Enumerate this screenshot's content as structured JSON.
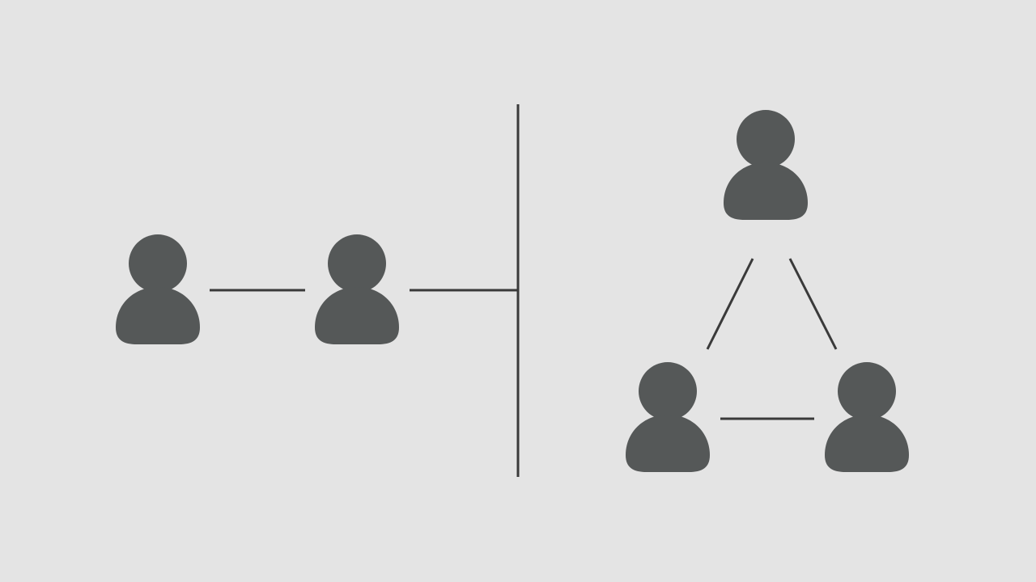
{
  "colors": {
    "background": "#e4e4e4",
    "person": "#555858",
    "line": "#3a3a3a"
  },
  "icons": {
    "person": "person-icon"
  },
  "left_group": {
    "people": [
      "person-icon",
      "person-icon"
    ],
    "connections": [
      [
        "person-1",
        "person-2"
      ],
      [
        "person-2",
        "divider"
      ]
    ]
  },
  "right_group": {
    "people": [
      "person-icon",
      "person-icon",
      "person-icon"
    ],
    "connections": [
      [
        "person-top",
        "person-bottom-left"
      ],
      [
        "person-top",
        "person-bottom-right"
      ],
      [
        "person-bottom-left",
        "person-bottom-right"
      ]
    ]
  }
}
